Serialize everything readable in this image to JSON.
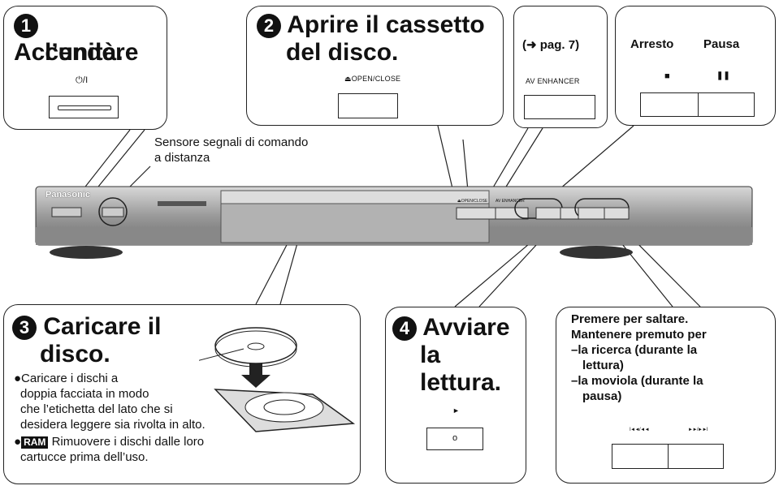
{
  "step1": {
    "number": "1",
    "title_line1": "Accendere",
    "title_line2": "l’unità.",
    "power_label": "⏻/I"
  },
  "step2": {
    "number": "2",
    "title_line1": "Aprire il cassetto",
    "title_line2": "del disco.",
    "open_label": "⏏OPEN/CLOSE"
  },
  "enhancer": {
    "ref": "(➜ pag. 7)",
    "label": "AV ENHANCER"
  },
  "stop_pause": {
    "stop": "Arresto",
    "pause": "Pausa",
    "stop_symbol": "■",
    "pause_symbol": "❚❚"
  },
  "sensor": {
    "line1": "Sensore segnali di comando",
    "line2": "a distanza"
  },
  "step3": {
    "number": "3",
    "title_line1": "Caricare il",
    "title_line2": "disco.",
    "bullet1_l1": "●Caricare i dischi a",
    "bullet1_l2": "doppia facciata in modo",
    "bullet1_l3": "che l’etichetta del lato che si",
    "bullet1_l4": "desidera leggere sia rivolta in alto.",
    "ram_badge": "RAM",
    "bullet2_l1": "Rimuovere i dischi dalle loro",
    "bullet2_l2": "cartucce prima dell’uso."
  },
  "step4": {
    "number": "4",
    "title_line1": "Avviare",
    "title_line2": "la lettura.",
    "play_symbol": "►",
    "button_symbol": "o"
  },
  "skip": {
    "l1": "Premere per saltare.",
    "l2": "Mantenere premuto per",
    "l3": "–la ricerca (durante la",
    "l4": "lettura)",
    "l5": "–la moviola (durante la",
    "l6": "pausa)",
    "left_symbol": "I◄◄/◄◄",
    "right_symbol": "►►/►►I"
  },
  "device": {
    "brand": "Panasonic",
    "panel_open": "⏏OPEN/CLOSE",
    "panel_av": "AV ENHANCER"
  }
}
